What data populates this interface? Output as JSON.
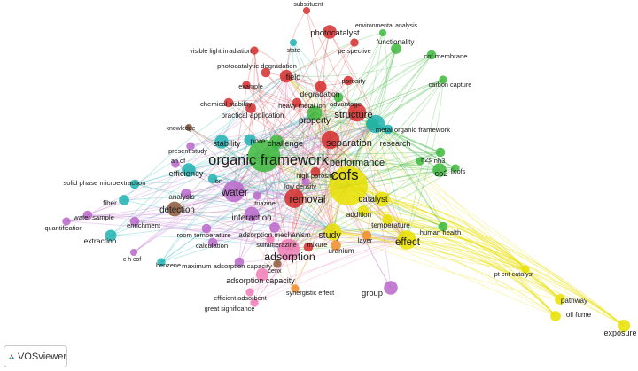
{
  "app": {
    "brand": "VOSviewer",
    "brand_icon": "vosviewer-logo-icon"
  },
  "clusters": {
    "red": "#d62d2d",
    "green": "#3db83d",
    "blue": "#2c6fc4",
    "yellow": "#e8e000",
    "purple": "#b967c9",
    "cyan": "#1fb2b2",
    "orange": "#f08c2a",
    "brown": "#8b5a3c",
    "pink": "#f07cb6",
    "lightgreen": "#9bd64e"
  },
  "terms": [
    {
      "label": "substituent",
      "c": "red",
      "s": 0.3
    },
    {
      "label": "environmental analysis",
      "c": "green",
      "s": 0.3
    },
    {
      "label": "photocatalyst",
      "c": "red",
      "s": 0.9
    },
    {
      "label": "functionality",
      "c": "green",
      "s": 0.6
    },
    {
      "label": "visible light irradiation",
      "c": "red",
      "s": 0.4
    },
    {
      "label": "state",
      "c": "cyan",
      "s": 0.3
    },
    {
      "label": "perspective",
      "c": "red",
      "s": 0.4
    },
    {
      "label": "cof membrane",
      "c": "green",
      "s": 0.5
    },
    {
      "label": "photocatalytic degradation",
      "c": "red",
      "s": 0.5
    },
    {
      "label": "field",
      "c": "red",
      "s": 0.8
    },
    {
      "label": "carbon capture",
      "c": "green",
      "s": 0.4
    },
    {
      "label": "example",
      "c": "red",
      "s": 0.4
    },
    {
      "label": "porosity",
      "c": "red",
      "s": 0.5
    },
    {
      "label": "degradation",
      "c": "red",
      "s": 0.7
    },
    {
      "label": "advantage",
      "c": "green",
      "s": 0.5
    },
    {
      "label": "chemical stability",
      "c": "red",
      "s": 0.5
    },
    {
      "label": "heavy metal ion",
      "c": "red",
      "s": 0.5
    },
    {
      "label": "practical application",
      "c": "red",
      "s": 0.6
    },
    {
      "label": "property",
      "c": "green",
      "s": 1.0
    },
    {
      "label": "structure",
      "c": "red",
      "s": 1.3
    },
    {
      "label": "metal organic framework",
      "c": "cyan",
      "s": 0.5
    },
    {
      "label": "knowledge",
      "c": "brown",
      "s": 0.3
    },
    {
      "label": "pore",
      "c": "cyan",
      "s": 0.7
    },
    {
      "label": "challenge",
      "c": "green",
      "s": 0.9
    },
    {
      "label": "separation",
      "c": "red",
      "s": 1.3
    },
    {
      "label": "research",
      "c": "green",
      "s": 0.8
    },
    {
      "label": "stability",
      "c": "cyan",
      "s": 0.9
    },
    {
      "label": "present study",
      "c": "purple",
      "s": 0.4
    },
    {
      "label": "organic framework",
      "c": "green",
      "s": 2.6
    },
    {
      "label": "performance",
      "c": "cyan",
      "s": 1.3
    },
    {
      "label": "h2s",
      "c": "green",
      "s": 0.4
    },
    {
      "label": "nh3",
      "c": "green",
      "s": 0.5
    },
    {
      "label": "an of",
      "c": "purple",
      "s": 0.4
    },
    {
      "label": "efficiency",
      "c": "cyan",
      "s": 0.9
    },
    {
      "label": "high porosity",
      "c": "red",
      "s": 0.5
    },
    {
      "label": "cofs",
      "c": "yellow",
      "s": 3.2
    },
    {
      "label": "co2",
      "c": "green",
      "s": 0.9
    },
    {
      "label": "licofs",
      "c": "green",
      "s": 0.4
    },
    {
      "label": "solid phase microextraction",
      "c": "cyan",
      "s": 0.5
    },
    {
      "label": "ion",
      "c": "cyan",
      "s": 0.5
    },
    {
      "label": "low density",
      "c": "purple",
      "s": 0.4
    },
    {
      "label": "water",
      "c": "purple",
      "s": 1.6
    },
    {
      "label": "removal",
      "c": "red",
      "s": 1.4
    },
    {
      "label": "catalyst",
      "c": "yellow",
      "s": 1.0
    },
    {
      "label": "fiber",
      "c": "cyan",
      "s": 0.6
    },
    {
      "label": "analysis",
      "c": "purple",
      "s": 0.6
    },
    {
      "label": "detection",
      "c": "brown",
      "s": 1.0
    },
    {
      "label": "triazine",
      "c": "purple",
      "s": 0.4
    },
    {
      "label": "addition",
      "c": "yellow",
      "s": 0.6
    },
    {
      "label": "water sample",
      "c": "purple",
      "s": 0.5
    },
    {
      "label": "interaction",
      "c": "purple",
      "s": 1.0
    },
    {
      "label": "temperature",
      "c": "yellow",
      "s": 0.6
    },
    {
      "label": "quantification",
      "c": "purple",
      "s": 0.4
    },
    {
      "label": "enrichment",
      "c": "purple",
      "s": 0.5
    },
    {
      "label": "human health",
      "c": "green",
      "s": 0.5
    },
    {
      "label": "study",
      "c": "yellow",
      "s": 1.2
    },
    {
      "label": "room temperature",
      "c": "purple",
      "s": 0.5
    },
    {
      "label": "adsorption mechanism",
      "c": "purple",
      "s": 0.6
    },
    {
      "label": "effect",
      "c": "yellow",
      "s": 1.4
    },
    {
      "label": "extraction",
      "c": "cyan",
      "s": 0.7
    },
    {
      "label": "sulfamerazine",
      "c": "pink",
      "s": 0.4
    },
    {
      "label": "mixure",
      "c": "red",
      "s": 0.5
    },
    {
      "label": "layer",
      "c": "orange",
      "s": 0.5
    },
    {
      "label": "calculation",
      "c": "purple",
      "s": 0.5
    },
    {
      "label": "uranium",
      "c": "orange",
      "s": 0.6
    },
    {
      "label": "c h cof",
      "c": "purple",
      "s": 0.3
    },
    {
      "label": "adsorption",
      "c": "pink",
      "s": 1.6
    },
    {
      "label": "benzene",
      "c": "cyan",
      "s": 0.4
    },
    {
      "label": "maximum adsorption capacity",
      "c": "purple",
      "s": 0.5
    },
    {
      "label": "cenx",
      "c": "brown",
      "s": 0.4
    },
    {
      "label": "pt cnt catalyst",
      "c": "yellow",
      "s": 0.4
    },
    {
      "label": "adsorption capacity",
      "c": "pink",
      "s": 0.8
    },
    {
      "label": "synergistic effect",
      "c": "orange",
      "s": 0.4
    },
    {
      "label": "group",
      "c": "purple",
      "s": 0.9
    },
    {
      "label": "efficient adsorbent",
      "c": "pink",
      "s": 0.4
    },
    {
      "label": "great significance",
      "c": "pink",
      "s": 0.4
    },
    {
      "label": "pathway",
      "c": "yellow",
      "s": 0.6
    },
    {
      "label": "oil fume",
      "c": "yellow",
      "s": 0.6
    },
    {
      "label": "exposure",
      "c": "yellow",
      "s": 0.8
    }
  ]
}
